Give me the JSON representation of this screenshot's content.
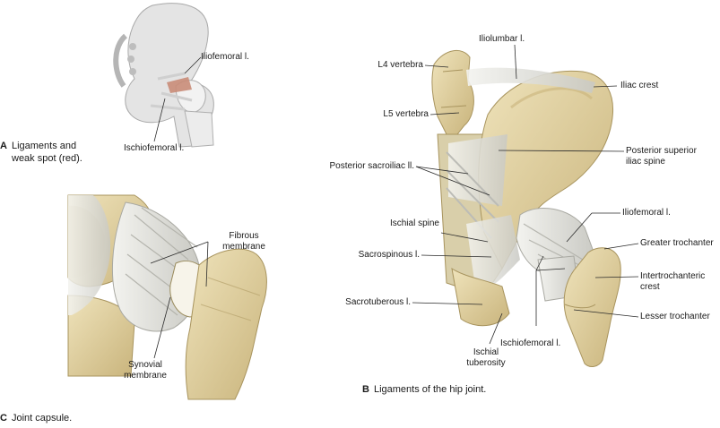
{
  "figure_a": {
    "caption_letter": "A",
    "caption_line1": "Ligaments and",
    "caption_line2": "weak spot (red).",
    "labels": {
      "iliofemoral": "Iliofemoral l.",
      "ischiofemoral": "Ischiofemoral l."
    }
  },
  "figure_b": {
    "caption_letter": "B",
    "caption_text": "Ligaments of the hip joint.",
    "labels": {
      "iliolumbar": "Iliolumbar l.",
      "l4": "L4 vertebra",
      "l5": "L5 vertebra",
      "iliac_crest": "Iliac crest",
      "psis_line1": "Posterior superior",
      "psis_line2": "iliac spine",
      "post_sacroiliac": "Posterior sacroiliac ll.",
      "iliofemoral": "Iliofemoral l.",
      "ischial_spine": "Ischial spine",
      "greater_trochanter": "Greater trochanter",
      "sacrospinous": "Sacrospinous l.",
      "intertroch_line1": "Intertrochanteric",
      "intertroch_line2": "crest",
      "sacrotuberous": "Sacrotuberous l.",
      "lesser_trochanter": "Lesser trochanter",
      "ischiofemoral": "Ischiofemoral l.",
      "ischial_tub_line1": "Ischial",
      "ischial_tub_line2": "tuberosity"
    }
  },
  "figure_c": {
    "caption_letter": "C",
    "caption_text": "Joint capsule.",
    "labels": {
      "fibrous_line1": "Fibrous",
      "fibrous_line2": "membrane",
      "synovial_line1": "Synovial",
      "synovial_line2": "membrane"
    }
  },
  "colors": {
    "bone": "#e2d3a4",
    "bone_shadow": "#c2ad74",
    "ligament": "#ecebe6",
    "ligament_shadow": "#b9b9b4",
    "weak_spot": "#c98c78",
    "leader": "#2a2a2a"
  }
}
